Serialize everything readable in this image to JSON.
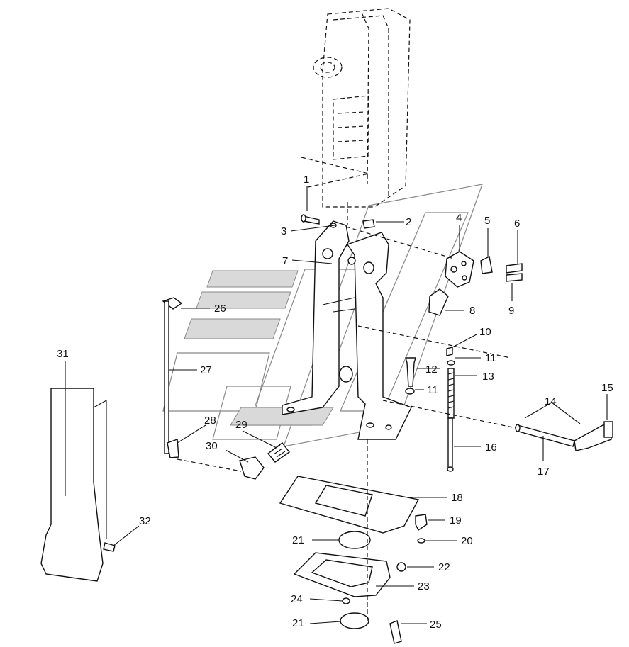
{
  "callouts": [
    {
      "id": "1",
      "text": "1"
    },
    {
      "id": "2",
      "text": "2"
    },
    {
      "id": "3",
      "text": "3"
    },
    {
      "id": "4",
      "text": "4"
    },
    {
      "id": "5",
      "text": "5"
    },
    {
      "id": "6",
      "text": "6"
    },
    {
      "id": "7",
      "text": "7"
    },
    {
      "id": "8",
      "text": "8"
    },
    {
      "id": "9",
      "text": "9"
    },
    {
      "id": "10",
      "text": "10"
    },
    {
      "id": "11a",
      "text": "11"
    },
    {
      "id": "11b",
      "text": "11"
    },
    {
      "id": "12",
      "text": "12"
    },
    {
      "id": "13",
      "text": "13"
    },
    {
      "id": "14",
      "text": "14"
    },
    {
      "id": "15",
      "text": "15"
    },
    {
      "id": "16",
      "text": "16"
    },
    {
      "id": "17",
      "text": "17"
    },
    {
      "id": "18",
      "text": "18"
    },
    {
      "id": "19",
      "text": "19"
    },
    {
      "id": "20",
      "text": "20"
    },
    {
      "id": "21a",
      "text": "21"
    },
    {
      "id": "21b",
      "text": "21"
    },
    {
      "id": "22",
      "text": "22"
    },
    {
      "id": "23",
      "text": "23"
    },
    {
      "id": "24",
      "text": "24"
    },
    {
      "id": "25",
      "text": "25"
    },
    {
      "id": "26",
      "text": "26"
    },
    {
      "id": "27",
      "text": "27"
    },
    {
      "id": "28",
      "text": "28"
    },
    {
      "id": "29",
      "text": "29"
    },
    {
      "id": "30",
      "text": "30"
    },
    {
      "id": "31",
      "text": "31"
    },
    {
      "id": "32",
      "text": "32"
    }
  ],
  "colors": {
    "ink": "#111111",
    "watermark": "#d9d9d9",
    "background": "#ffffff"
  }
}
